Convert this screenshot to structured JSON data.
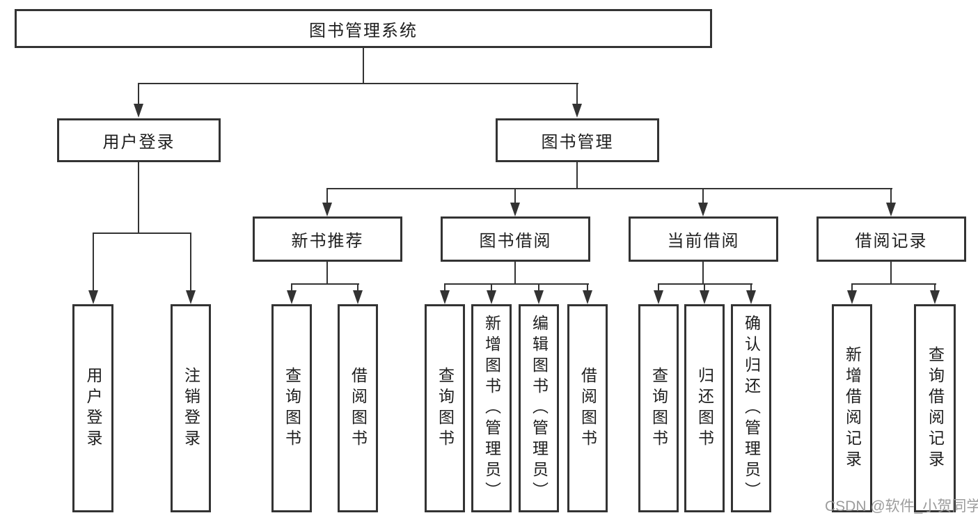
{
  "diagram": {
    "root": {
      "label": "图书管理系统"
    },
    "level2": {
      "user_login": "用户登录",
      "book_management": "图书管理"
    },
    "level3": {
      "new_book_recommend": "新书推荐",
      "book_borrow": "图书借阅",
      "current_borrow": "当前借阅",
      "borrow_records": "借阅记录"
    },
    "leaves": {
      "user_login": "用户登录",
      "logout": "注销登录",
      "query_book_1": "查询图书",
      "borrow_book_1": "借阅图书",
      "query_book_2": "查询图书",
      "add_book_admin": "新增图书（管理员）",
      "edit_book_admin": "编辑图书（管理员）",
      "borrow_book_2": "借阅图书",
      "query_book_3": "查询图书",
      "return_book": "归还图书",
      "confirm_return_admin": "确认归还（管理员）",
      "add_borrow_record": "新增借阅记录",
      "query_borrow_record": "查询借阅记录"
    },
    "watermark": "CSDN @软件_小贺同学",
    "colors": {
      "line": "#333333",
      "text": "#1e1e1e",
      "box_background": "#ffffff",
      "watermark": "#949494"
    }
  }
}
